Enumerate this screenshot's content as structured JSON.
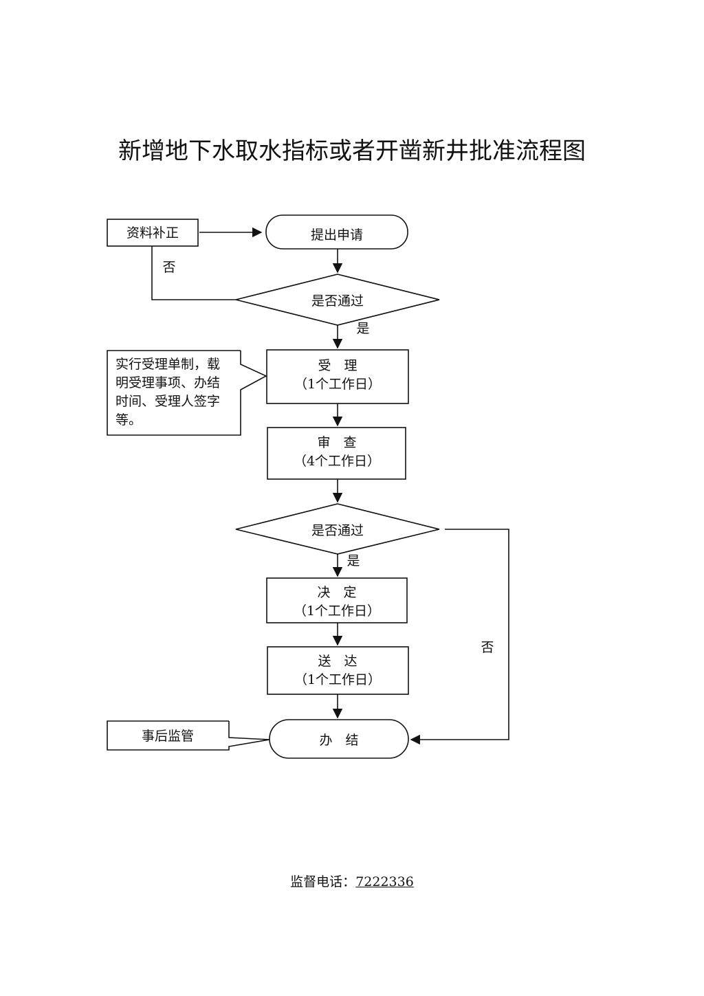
{
  "title": "新增地下水取水指标或者开凿新井批准流程图",
  "nodes": {
    "correction": "资料补正",
    "apply": "提出申请",
    "check1": "是否通过",
    "accept_title": "受　理",
    "accept_days": "（1个工作日）",
    "review_title": "审　查",
    "review_days": "（4个工作日）",
    "check2": "是否通过",
    "decide_title": "决　定",
    "decide_days": "（1个工作日）",
    "deliver_title": "送　达",
    "deliver_days": "（1个工作日）",
    "finish": "办　结",
    "supervision": "事后监管"
  },
  "note": {
    "lines": [
      "实行受理单制，载",
      "明受理事项、办结",
      "时间、受理人签字",
      "等。"
    ]
  },
  "edge_labels": {
    "no_1": "否",
    "yes_1": "是",
    "yes_2": "是",
    "no_2": "否"
  },
  "footer": {
    "label": "监督电话：",
    "phone": "7222336"
  },
  "colors": {
    "line": "#111111",
    "background": "#ffffff"
  }
}
